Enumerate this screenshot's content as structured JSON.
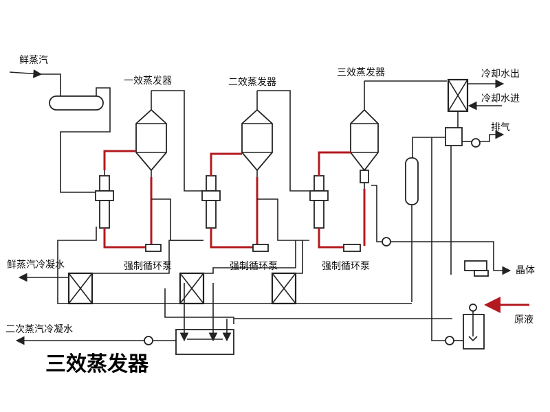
{
  "title": "三效蒸发器",
  "labels": {
    "fresh_steam": "鲜蒸汽",
    "effect_1": "一效蒸发器",
    "effect_2": "二效蒸发器",
    "effect_3": "三效蒸发器",
    "cooling_water_out": "冷却水出",
    "cooling_water_in": "冷却水进",
    "exhaust": "排气",
    "pump_1": "强制循环泵",
    "pump_2": "强制循环泵",
    "pump_3": "强制循环泵",
    "fresh_steam_condensate": "鲜蒸汽冷凝水",
    "secondary_steam_condensate": "二次蒸汽冷凝水",
    "crystal": "晶体",
    "raw_liquid": "原液"
  },
  "colors": {
    "pipe": "#222222",
    "circulation_pipe": "#b3191f"
  }
}
